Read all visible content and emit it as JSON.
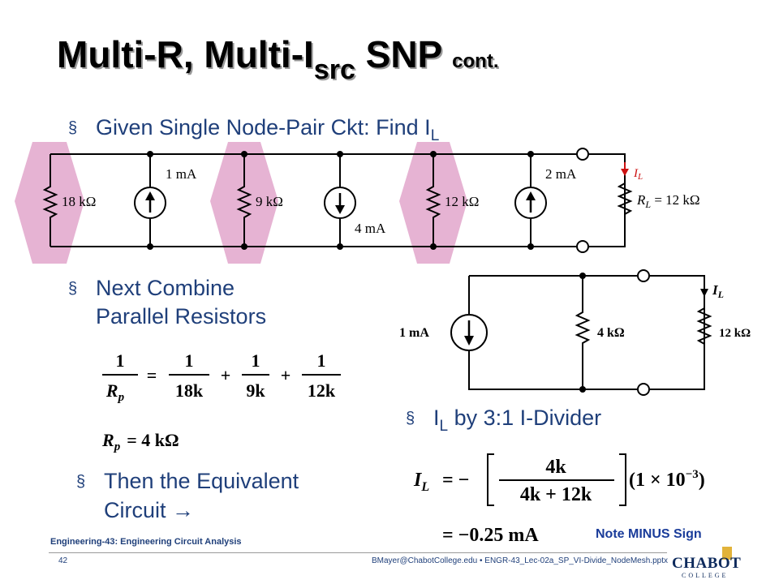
{
  "slide": {
    "title_main": "Multi-R, Multi-I",
    "title_sub": "src",
    "title_rest": " SNP ",
    "title_cont": "cont.",
    "bullet_glyph": "§",
    "bullets": {
      "given": {
        "text": "Given Single Node-Pair Ckt: Find I",
        "sub": "L"
      },
      "combine_line1": "Next Combine",
      "combine_line2": "Parallel Resistors",
      "divider": {
        "text_pre": "I",
        "sub": "L",
        "text_post": " by 3:1 I-Divider"
      },
      "equiv_line1": "Then the Equivalent",
      "equiv_line2": "Circuit →"
    },
    "circuit1": {
      "r1": "18 kΩ",
      "src1": "1 mA",
      "r2": "9 kΩ",
      "src2": "4 mA",
      "r3": "12 kΩ",
      "src3": "2 mA",
      "current_label": "I",
      "current_sub": "L",
      "rl_label": "R",
      "rl_sub": "L",
      "rl_value": " = 12 kΩ"
    },
    "circuit2": {
      "src": "1 mA",
      "rp": "4 kΩ",
      "rl": "12 kΩ",
      "current_label": "I",
      "current_sub": "L"
    },
    "eq_rp": {
      "one": "1",
      "lhs_den": "R",
      "lhs_den_sub": "p",
      "d1": "18k",
      "d2": "9k",
      "d3": "12k",
      "eq": "=",
      "plus": "+",
      "result_lhs": "R",
      "result_sub": "p",
      "result_rhs": "= 4 kΩ"
    },
    "eq_il": {
      "lhs": "I",
      "lhs_sub": "L",
      "eq_minus": "= −",
      "num": "4k",
      "den": "4k + 12k",
      "factor": "(1 × 10",
      "exp": "−3",
      "close": ")",
      "result": "= −0.25 mA"
    },
    "note": "Note MINUS Sign",
    "footer": {
      "course": "Engineering-43: Engineering Circuit Analysis",
      "page": "42",
      "email": "BMayer@ChabotCollege.edu",
      "file": " • ENGR-43_Lec-02a_SP_VI-Divide_NodeMesh.pptx"
    },
    "logo": {
      "main": "CHABOT",
      "sub": "COLLEGE"
    },
    "colors": {
      "text_blue": "#1f3f7a",
      "highlight": "#e6b3d3",
      "note_blue": "#1a3c9a",
      "logo_gold": "#e2b33a"
    }
  }
}
